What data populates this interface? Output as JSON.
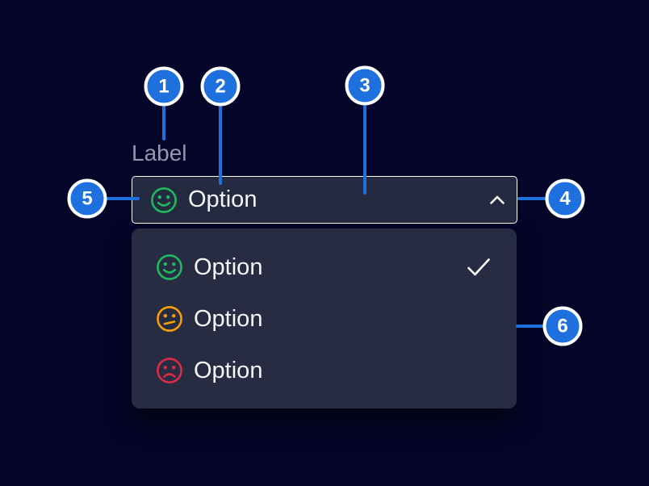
{
  "colors": {
    "page_bg": "#050529",
    "panel_bg": "#272c42",
    "trigger_bg": "#242a3f",
    "border_white": "#ffffff",
    "text_primary": "#f3f4f6",
    "label_gray": "#9298ab",
    "callout_blue": "#1e70df",
    "positive_green": "#1fb860",
    "neutral_orange": "#f89e08",
    "negative_red": "#db2b44"
  },
  "dropdown": {
    "label": "Label",
    "trigger": {
      "value": "Option",
      "icon": "smiley-positive-icon",
      "chevron_icon": "chevron-up-icon"
    },
    "menu": {
      "items": [
        {
          "label": "Option",
          "sentiment": "positive",
          "selected": true
        },
        {
          "label": "Option",
          "sentiment": "neutral",
          "selected": false
        },
        {
          "label": "Option",
          "sentiment": "negative",
          "selected": false
        }
      ]
    }
  },
  "callouts": [
    {
      "number": "1"
    },
    {
      "number": "2"
    },
    {
      "number": "3"
    },
    {
      "number": "4"
    },
    {
      "number": "5"
    },
    {
      "number": "6"
    }
  ]
}
